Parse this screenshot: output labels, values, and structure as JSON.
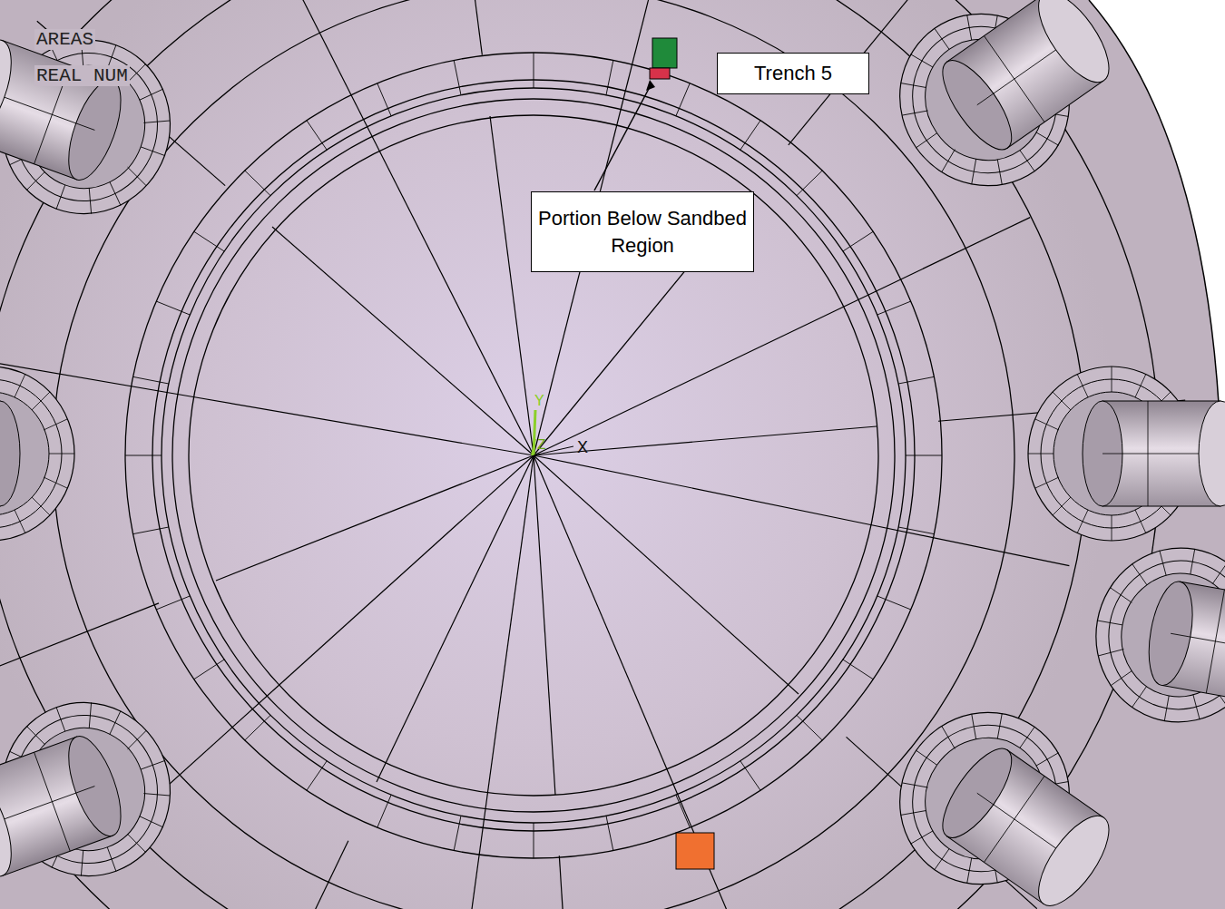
{
  "diagram": {
    "nodes": [
      {
        "text": [
          "Trench 5"
        ]
      },
      {
        "text": [
          "Portion Below Sandbed Region"
        ]
      }
    ],
    "labels": [
      "AREAS",
      "REAL NUM",
      "Y",
      "Z",
      "X"
    ]
  }
}
